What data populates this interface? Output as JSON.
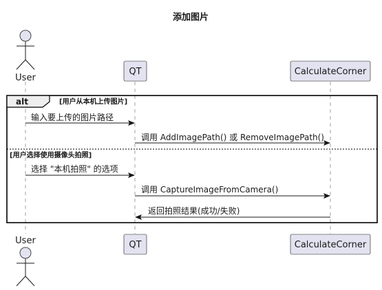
{
  "title": "添加图片",
  "participants": [
    {
      "id": "user",
      "label": "User",
      "kind": "actor"
    },
    {
      "id": "qt",
      "label": "QT",
      "kind": "participant"
    },
    {
      "id": "calc",
      "label": "CalculateCorner",
      "kind": "participant"
    }
  ],
  "alt": {
    "keyword": "alt",
    "branches": [
      {
        "guard": "[用户从本机上传图片]",
        "messages": [
          {
            "from": "user",
            "to": "qt",
            "text": "输入要上传的图片路径",
            "style": "solid"
          },
          {
            "from": "qt",
            "to": "calc",
            "text": "调用 AddImagePath() 或 RemoveImagePath()",
            "style": "solid"
          }
        ]
      },
      {
        "guard": "[用户选择使用摄像头拍照]",
        "messages": [
          {
            "from": "user",
            "to": "qt",
            "text": "选择 \"本机拍照\" 的选项",
            "style": "solid"
          },
          {
            "from": "qt",
            "to": "calc",
            "text": "调用 CaptureImageFromCamera()",
            "style": "solid"
          },
          {
            "from": "calc",
            "to": "qt",
            "text": "返回拍照结果(成功/失败)",
            "style": "solid"
          }
        ]
      }
    ]
  },
  "colors": {
    "participant_fill": "#E2E2F0",
    "line": "#181818",
    "lifeline": "#A0A0A0"
  }
}
